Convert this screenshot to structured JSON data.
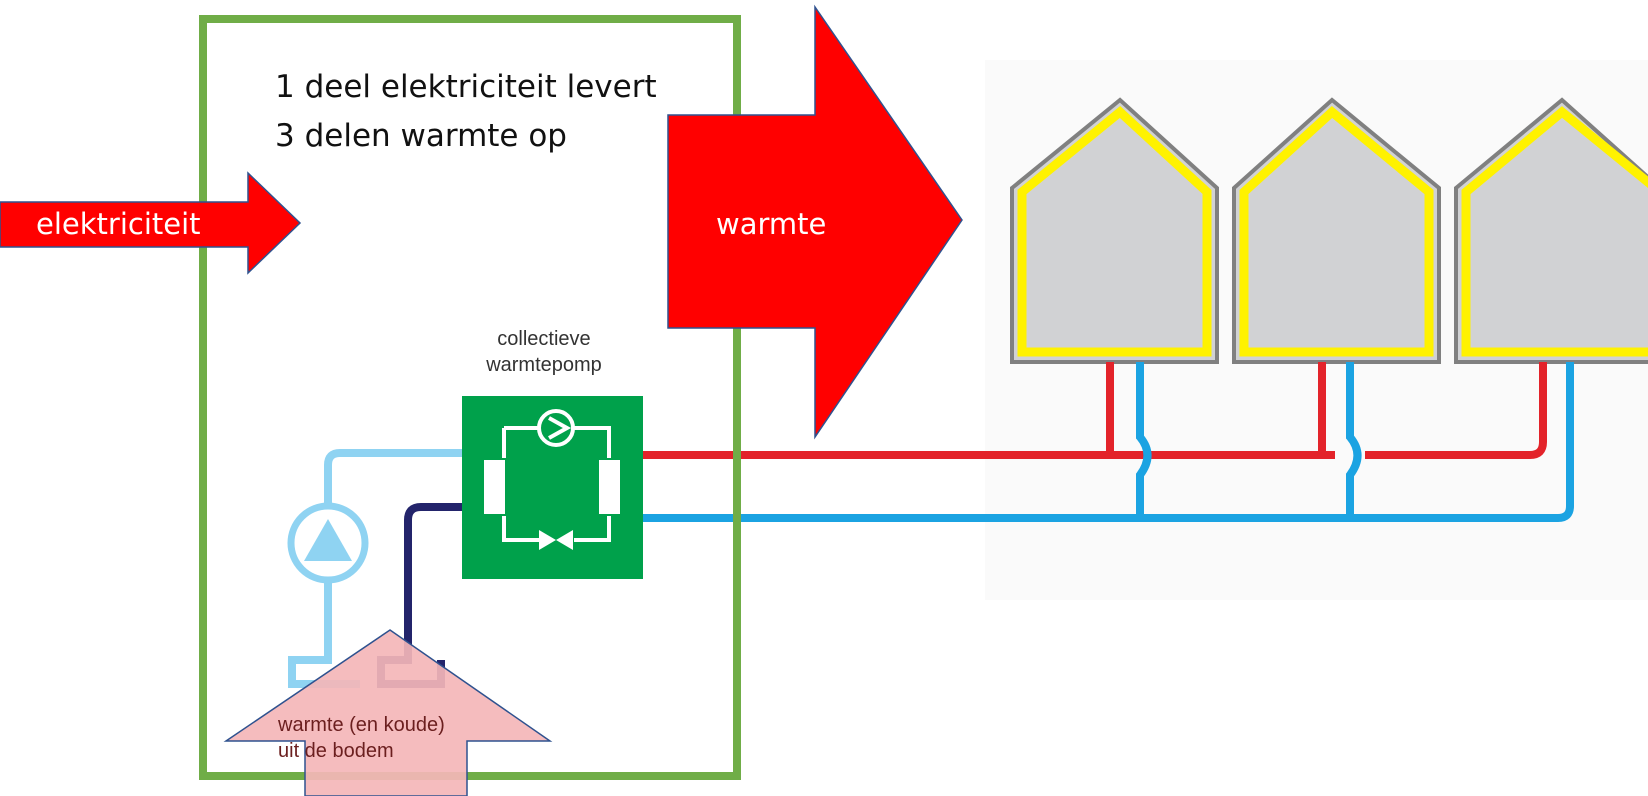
{
  "title_lines": [
    "1 deel elektriciteit levert",
    "3 delen warmte op"
  ],
  "arrow_labels": {
    "electricity": "elektriciteit",
    "heat": "warmte"
  },
  "heat_pump_label": [
    "collectieve",
    "warmtepomp"
  ],
  "ground_label": [
    "warmte (en koude)",
    "uit de bodem"
  ],
  "colors": {
    "frame": "#70ad47",
    "arrow_red": "#ff0000",
    "arrow_pink": "#f4b6b8",
    "heat_pump": "#00a14b",
    "pipe_hot": "#e3232a",
    "pipe_cold": "#1ba3e2",
    "pipe_light": "#8fd3f2",
    "pipe_dark": "#23246b",
    "house_fill": "#d1d2d4",
    "house_outline": "#fff200",
    "house_border": "#808080"
  },
  "house_count": 3
}
